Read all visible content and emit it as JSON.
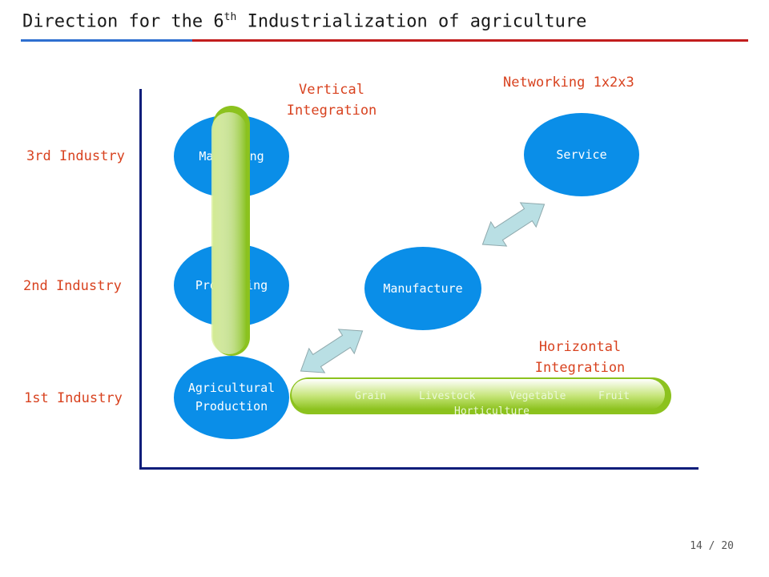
{
  "slide": {
    "title_pre": "Direction for the 6",
    "title_sup": "th",
    "title_post": " Industrialization of agriculture",
    "page_number": "14 / 20"
  },
  "industries": {
    "third": "3rd Industry",
    "second": "2nd Industry",
    "first": "1st Industry"
  },
  "annotations": {
    "vertical_line1": "Vertical",
    "vertical_line2": "Integration",
    "networking": "Networking 1x2x3",
    "horizontal_line1": "Horizontal",
    "horizontal_line2": "Integration"
  },
  "nodes": {
    "marketing": "Marketing",
    "processing": "Processing",
    "agri_line1": "Agricultural",
    "agri_line2": "Production",
    "manufacture": "Manufacture",
    "service": "Service"
  },
  "horizontal_items": [
    "Grain",
    "Livestock",
    "Vegetable",
    "Fruit",
    "Horticulture"
  ],
  "colors": {
    "oval_blue": "#0a8ee8",
    "accent_red": "#d8421f",
    "axis_navy": "#0d1d7a",
    "bar_green": "#8cc21e",
    "arrow_fill": "#b9dfe4"
  }
}
